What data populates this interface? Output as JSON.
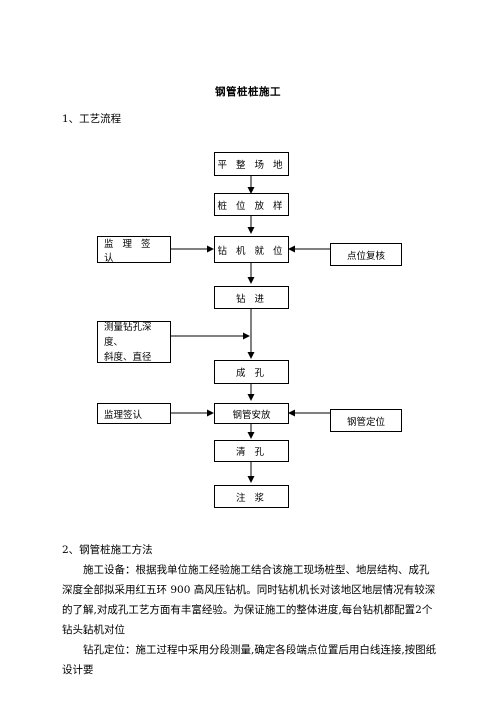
{
  "title": "钢管桩桩施工",
  "section1": "1、工艺流程",
  "flow": {
    "step1": "平 整 场 地",
    "step2": "桩 位 放 样",
    "step3": "钻 机 就 位",
    "step4": "钻 进",
    "step5": "成 孔",
    "step6": "钢管安放",
    "step7": "清 孔",
    "step8": "注 浆",
    "side_supervisor1": "监 理 签 认",
    "side_recheck": "点位复核",
    "side_measure_line1": "测量钻孔深度、",
    "side_measure_line2": "斜度、直径",
    "side_supervisor2": "监理签认",
    "side_pipe_position": "钢管定位"
  },
  "section2": "2、钢管桩施工方法",
  "paragraph1": "施工设备：根据我单位施工经验施工结合该施工现场桩型、地层结构、成孔深度全部拟采用红五环 900 高风压钻机。同时钻机机长对该地区地层情况有较深的了解,对成孔工艺方面有丰富经验。为保证施工的整体进度,每台钻机都配置2个钻头。",
  "subheading": "钻机对位",
  "paragraph2": "钻孔定位：施工过程中采用分段测量,确定各段端点位置后用白线连接,按图纸设计要"
}
